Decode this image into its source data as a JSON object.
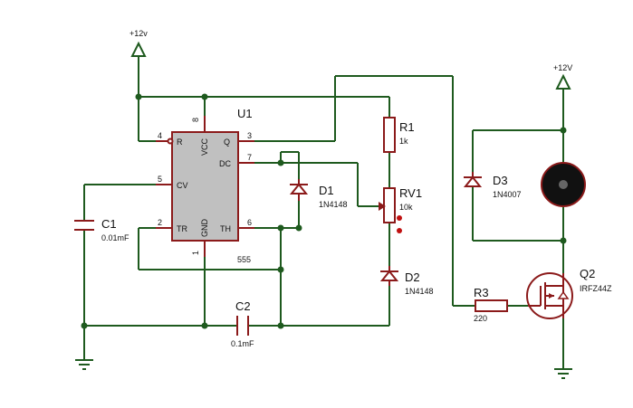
{
  "power": {
    "left_label": "+12v",
    "right_label": "+12V"
  },
  "u1": {
    "ref": "U1",
    "value": "555",
    "pins": {
      "r": "R",
      "vcc": "VCC",
      "q": "Q",
      "dc": "DC",
      "cv": "CV",
      "tr": "TR",
      "gnd": "GND",
      "th": "TH"
    },
    "pin_numbers": {
      "p4": "4",
      "p8": "8",
      "p3": "3",
      "p7": "7",
      "p5": "5",
      "p2": "2",
      "p1": "1",
      "p6": "6"
    }
  },
  "r1": {
    "ref": "R1",
    "value": "1k"
  },
  "rv1": {
    "ref": "RV1",
    "value": "10k"
  },
  "d1": {
    "ref": "D1",
    "value": "1N4148"
  },
  "d2": {
    "ref": "D2",
    "value": "1N4148"
  },
  "d3": {
    "ref": "D3",
    "value": "1N4007"
  },
  "c1": {
    "ref": "C1",
    "value": "0.01mF"
  },
  "c2": {
    "ref": "C2",
    "value": "0.1mF"
  },
  "r3": {
    "ref": "R3",
    "value": "220"
  },
  "q2": {
    "ref": "Q2",
    "value": "IRFZ44Z"
  }
}
